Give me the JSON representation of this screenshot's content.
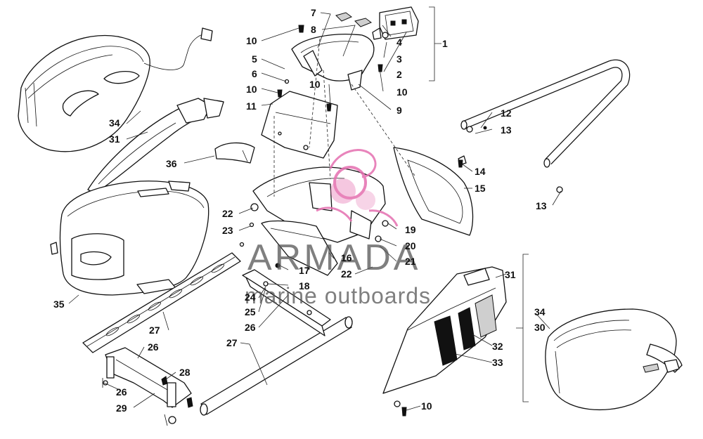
{
  "labels": {
    "l1": "1",
    "l2": "2",
    "l3": "3",
    "l4": "4",
    "l5": "5",
    "l6": "6",
    "l7": "7",
    "l8": "8",
    "l9": "9",
    "l10a": "10",
    "l10b": "10",
    "l10c": "10",
    "l10d": "10",
    "l10e": "10",
    "l11": "11",
    "l12": "12",
    "l13a": "13",
    "l13b": "13",
    "l14": "14",
    "l15": "15",
    "l16": "16",
    "l17": "17",
    "l18": "18",
    "l19": "19",
    "l20": "20",
    "l21": "21",
    "l22a": "22",
    "l22b": "22",
    "l23": "23",
    "l24": "24",
    "l25": "25",
    "l26a": "26",
    "l26b": "26",
    "l26c": "26",
    "l27a": "27",
    "l27b": "27",
    "l28": "28",
    "l29": "29",
    "l30": "30",
    "l31a": "31",
    "l31b": "31",
    "l32": "32",
    "l33": "33",
    "l34a": "34",
    "l34b": "34",
    "l35": "35",
    "l36": "36"
  },
  "watermark": {
    "brand": "ARMADA",
    "tagline": "marine outboards"
  },
  "colors": {
    "line": "#111111",
    "logo_pink": "#e56fb0",
    "watermark_gray": "#555555"
  }
}
